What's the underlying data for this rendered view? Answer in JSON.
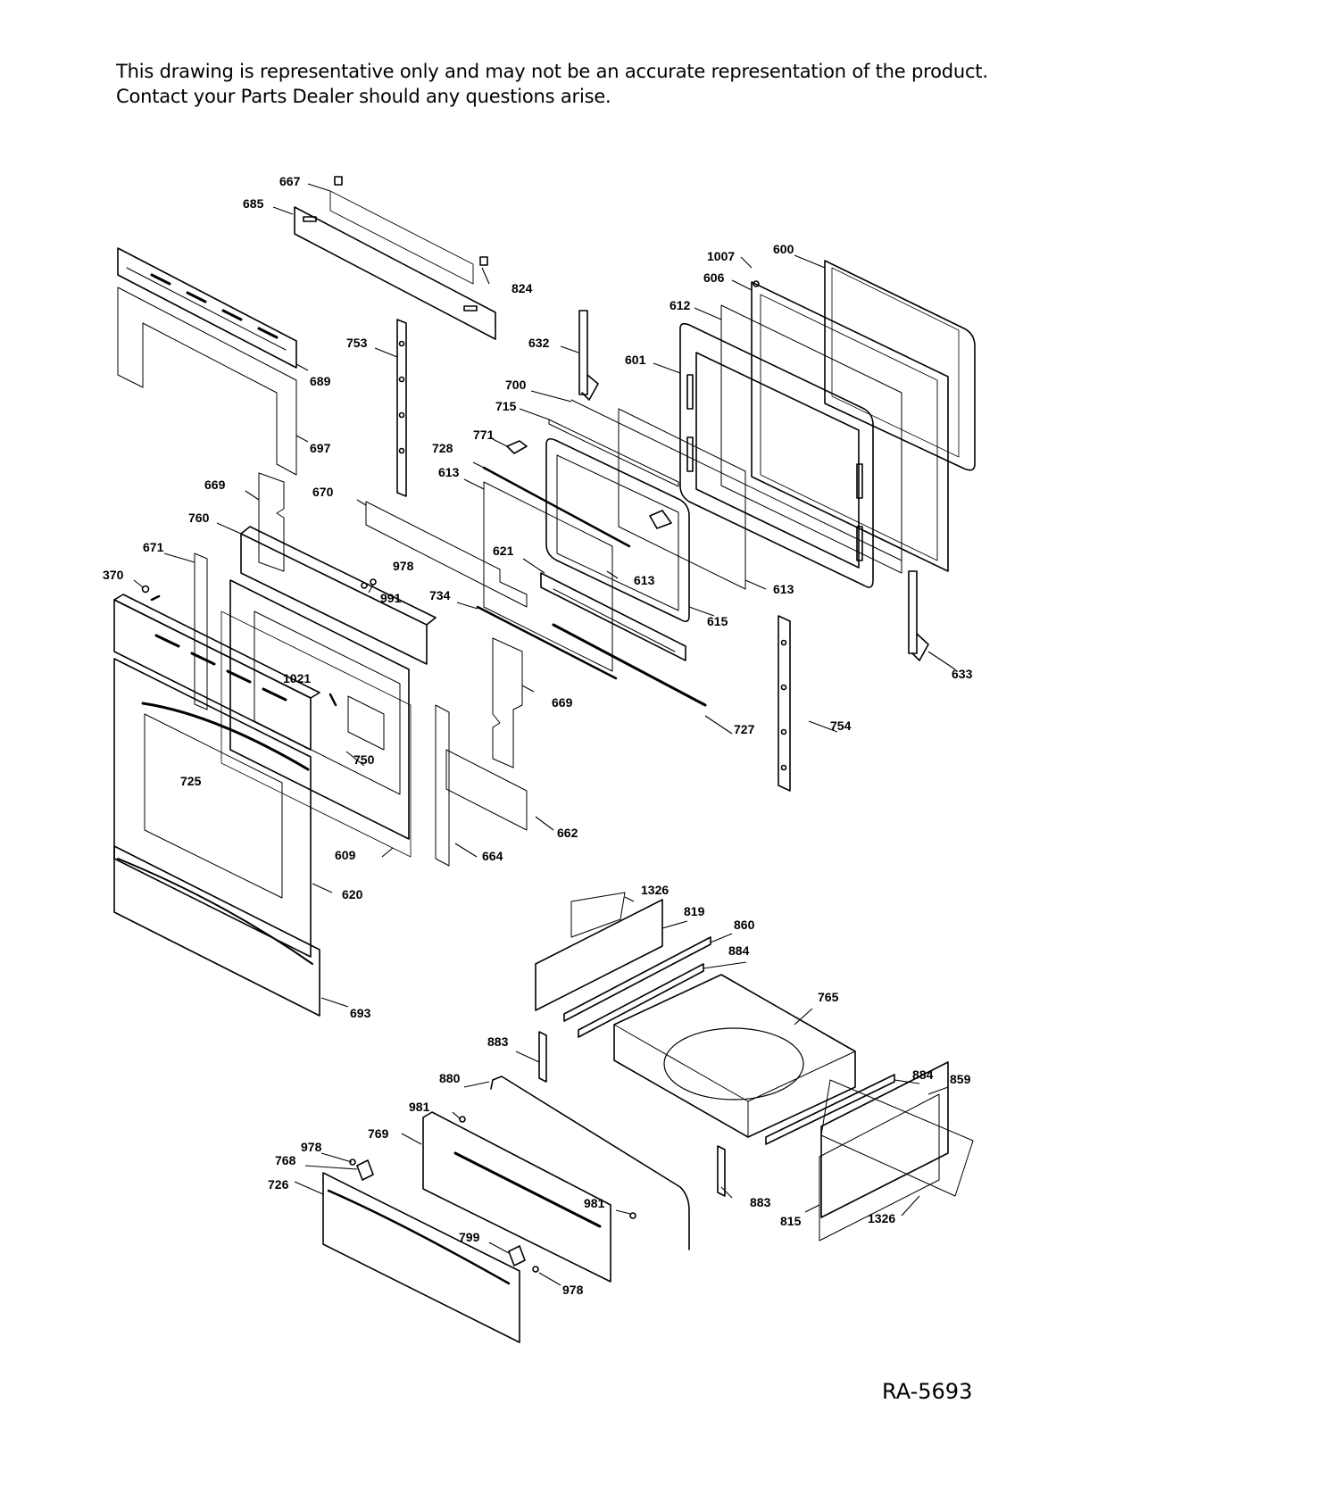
{
  "disclaimer": {
    "line1": "This drawing is representative only and may not be an accurate representation of the product.",
    "line2": "Contact your Parts Dealer should any questions arise."
  },
  "reference_code": "RA-5693",
  "callouts": [
    "667",
    "685",
    "824",
    "689",
    "697",
    "753",
    "632",
    "1007",
    "600",
    "606",
    "612",
    "601",
    "700",
    "715",
    "771",
    "728",
    "613",
    "669",
    "670",
    "760",
    "671",
    "978",
    "370",
    "991",
    "621",
    "613",
    "613",
    "615",
    "734",
    "633",
    "1021",
    "669",
    "727",
    "754",
    "750",
    "725",
    "662",
    "609",
    "664",
    "620",
    "1326",
    "819",
    "860",
    "884",
    "765",
    "693",
    "883",
    "880",
    "884",
    "859",
    "981",
    "769",
    "978",
    "768",
    "726",
    "981",
    "883",
    "815",
    "1326",
    "799",
    "978"
  ]
}
